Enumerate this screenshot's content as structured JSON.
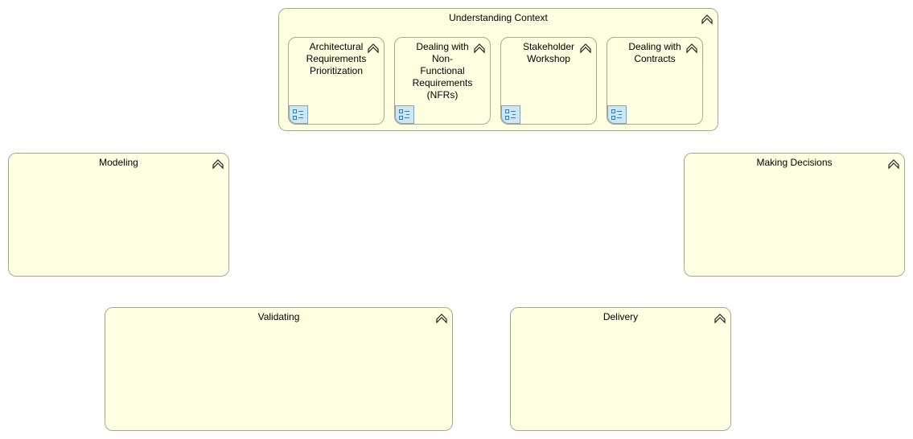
{
  "groups": {
    "understanding_context": {
      "title": "Understanding Context",
      "children": [
        {
          "label": "Architectural\nRequirements\nPrioritization"
        },
        {
          "label": "Dealing with\nNon-\nFunctional\nRequirements\n(NFRs)"
        },
        {
          "label": "Stakeholder\nWorkshop"
        },
        {
          "label": "Dealing with\nContracts"
        }
      ]
    },
    "modeling": {
      "title": "Modeling"
    },
    "making_decisions": {
      "title": "Making Decisions"
    },
    "validating": {
      "title": "Validating"
    },
    "delivery": {
      "title": "Delivery"
    }
  },
  "icons": {
    "group_marker": "chevron-up-icon",
    "child_badge": "process-icon"
  },
  "colors": {
    "box_fill": "#ffffe1",
    "box_border": "#a8a890",
    "badge_fill": "#cfe6f3",
    "badge_stroke": "#3a7ab0"
  }
}
